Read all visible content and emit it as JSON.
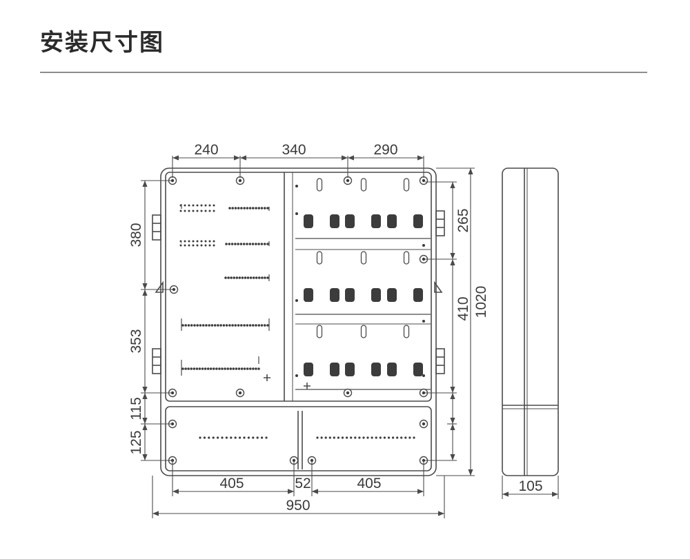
{
  "page": {
    "title": "安装尺寸图"
  },
  "dimensions": {
    "top_left_spacing": "240",
    "top_middle_spacing": "340",
    "top_right_spacing": "290",
    "left_upper_height": "380",
    "left_middle_height": "353",
    "left_gap_height": "115",
    "left_lower_height": "125",
    "right_upper_height": "265",
    "right_lower_height": "410",
    "overall_height": "1020",
    "bottom_left_width": "405",
    "bottom_center_gap": "52",
    "bottom_right_width": "405",
    "overall_width": "950",
    "depth": "105"
  },
  "colors": {
    "line": "#4a4a4a",
    "text": "#3a3a3a",
    "title": "#2b2b2b",
    "fill_dark": "#3c3c3c"
  }
}
